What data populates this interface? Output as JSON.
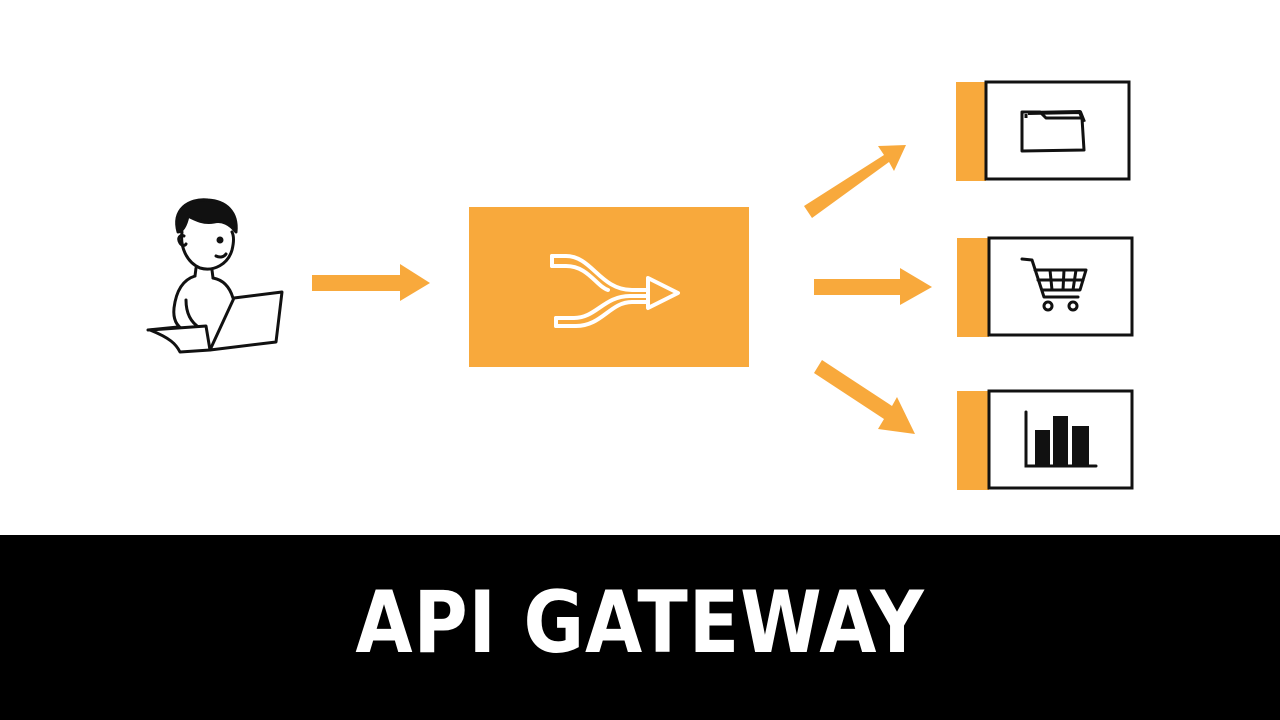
{
  "title": "API GATEWAY",
  "colors": {
    "accent": "#F8A93C",
    "ink": "#111111",
    "background": "#FFFFFF",
    "title_bar": "#000000",
    "title_text": "#FFFFFF"
  },
  "nodes": [
    {
      "id": "client",
      "icon": "person-with-laptop-icon"
    },
    {
      "id": "gateway",
      "icon": "merge-arrow-icon"
    },
    {
      "id": "service-files",
      "icon": "folder-icon"
    },
    {
      "id": "service-shop",
      "icon": "shopping-cart-icon"
    },
    {
      "id": "service-analytics",
      "icon": "bar-chart-icon"
    }
  ],
  "edges": [
    {
      "from": "client",
      "to": "gateway"
    },
    {
      "from": "gateway",
      "to": "service-files"
    },
    {
      "from": "gateway",
      "to": "service-shop"
    },
    {
      "from": "gateway",
      "to": "service-analytics"
    }
  ]
}
